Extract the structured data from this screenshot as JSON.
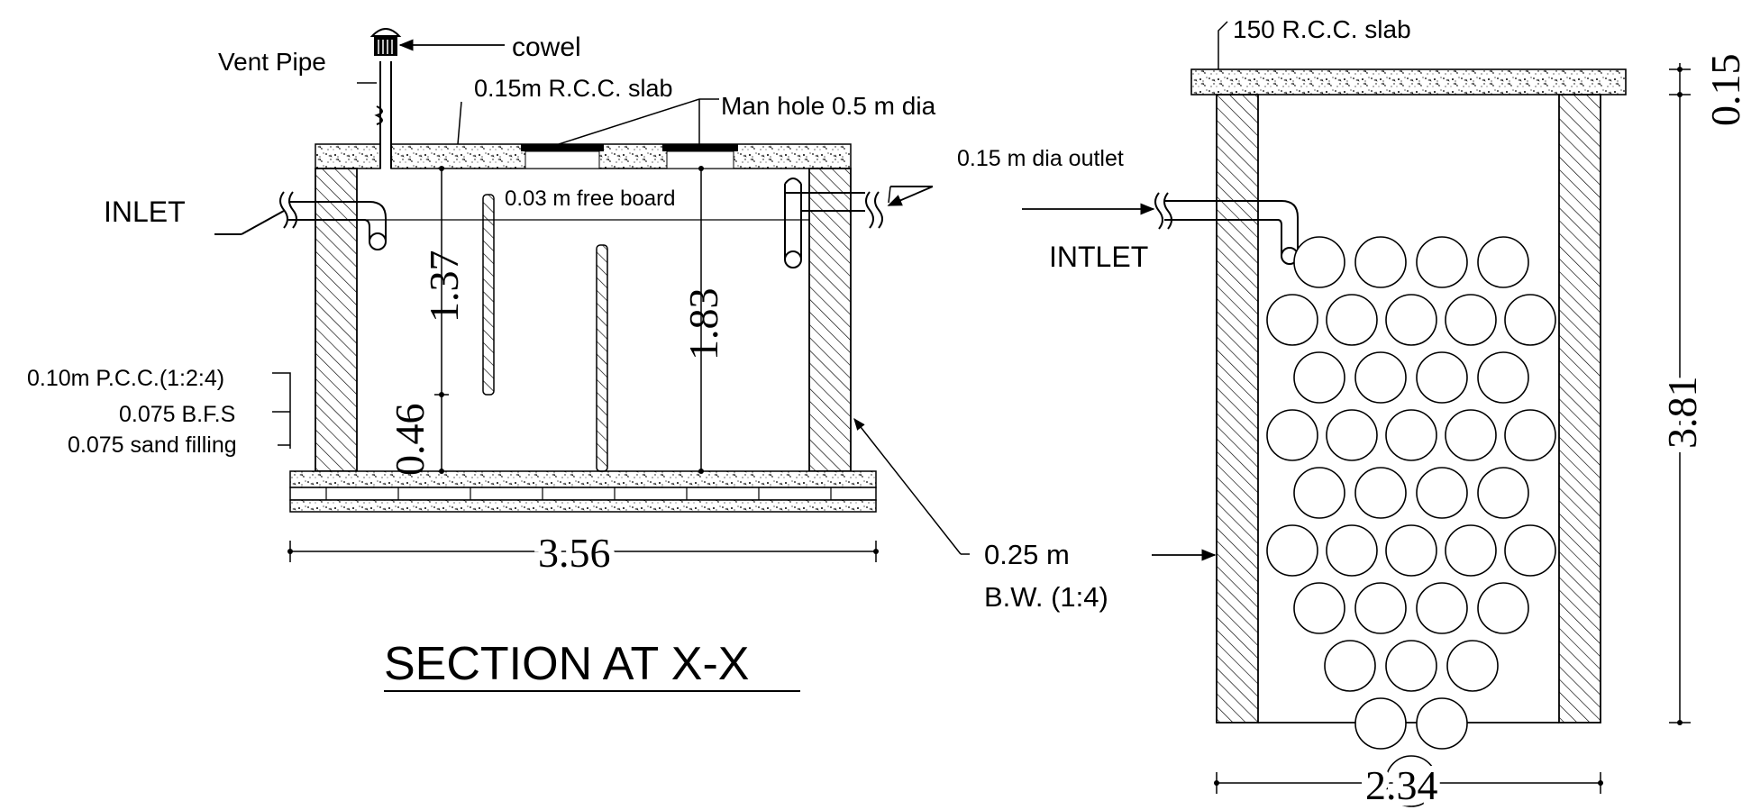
{
  "section_view": {
    "vent_pipe_label": "Vent Pipe",
    "cowel_label": "cowel",
    "slab_label": "0.15m R.C.C. slab",
    "manhole_label": "Man hole  0.5 m dia",
    "outlet_label": "0.15 m dia outlet",
    "inlet_label": "INLET",
    "freeboard_label": "0.03 m free board",
    "pcc_label": "0.10m P.C.C.(1:2:4)",
    "bfs_label": "0.075 B.F.S",
    "sand_label": "0.075 sand filling",
    "dim_depth_upper": "1.37",
    "dim_depth_lower": "0.46",
    "dim_height": "1.83",
    "dim_length": "3.56",
    "title": "SECTION AT X-X"
  },
  "shared": {
    "wall_label_line1": "0.25 m",
    "wall_label_line2": "B.W. (1:4)"
  },
  "pit_view": {
    "slab_label": "150 R.C.C. slab",
    "inlet_label": "INTLET",
    "dim_height": "3.81",
    "dim_width": "2.34",
    "dim_slab": "0.15",
    "stone_rows": [
      4,
      5,
      4,
      5,
      4,
      5,
      4,
      3,
      2,
      1
    ]
  }
}
